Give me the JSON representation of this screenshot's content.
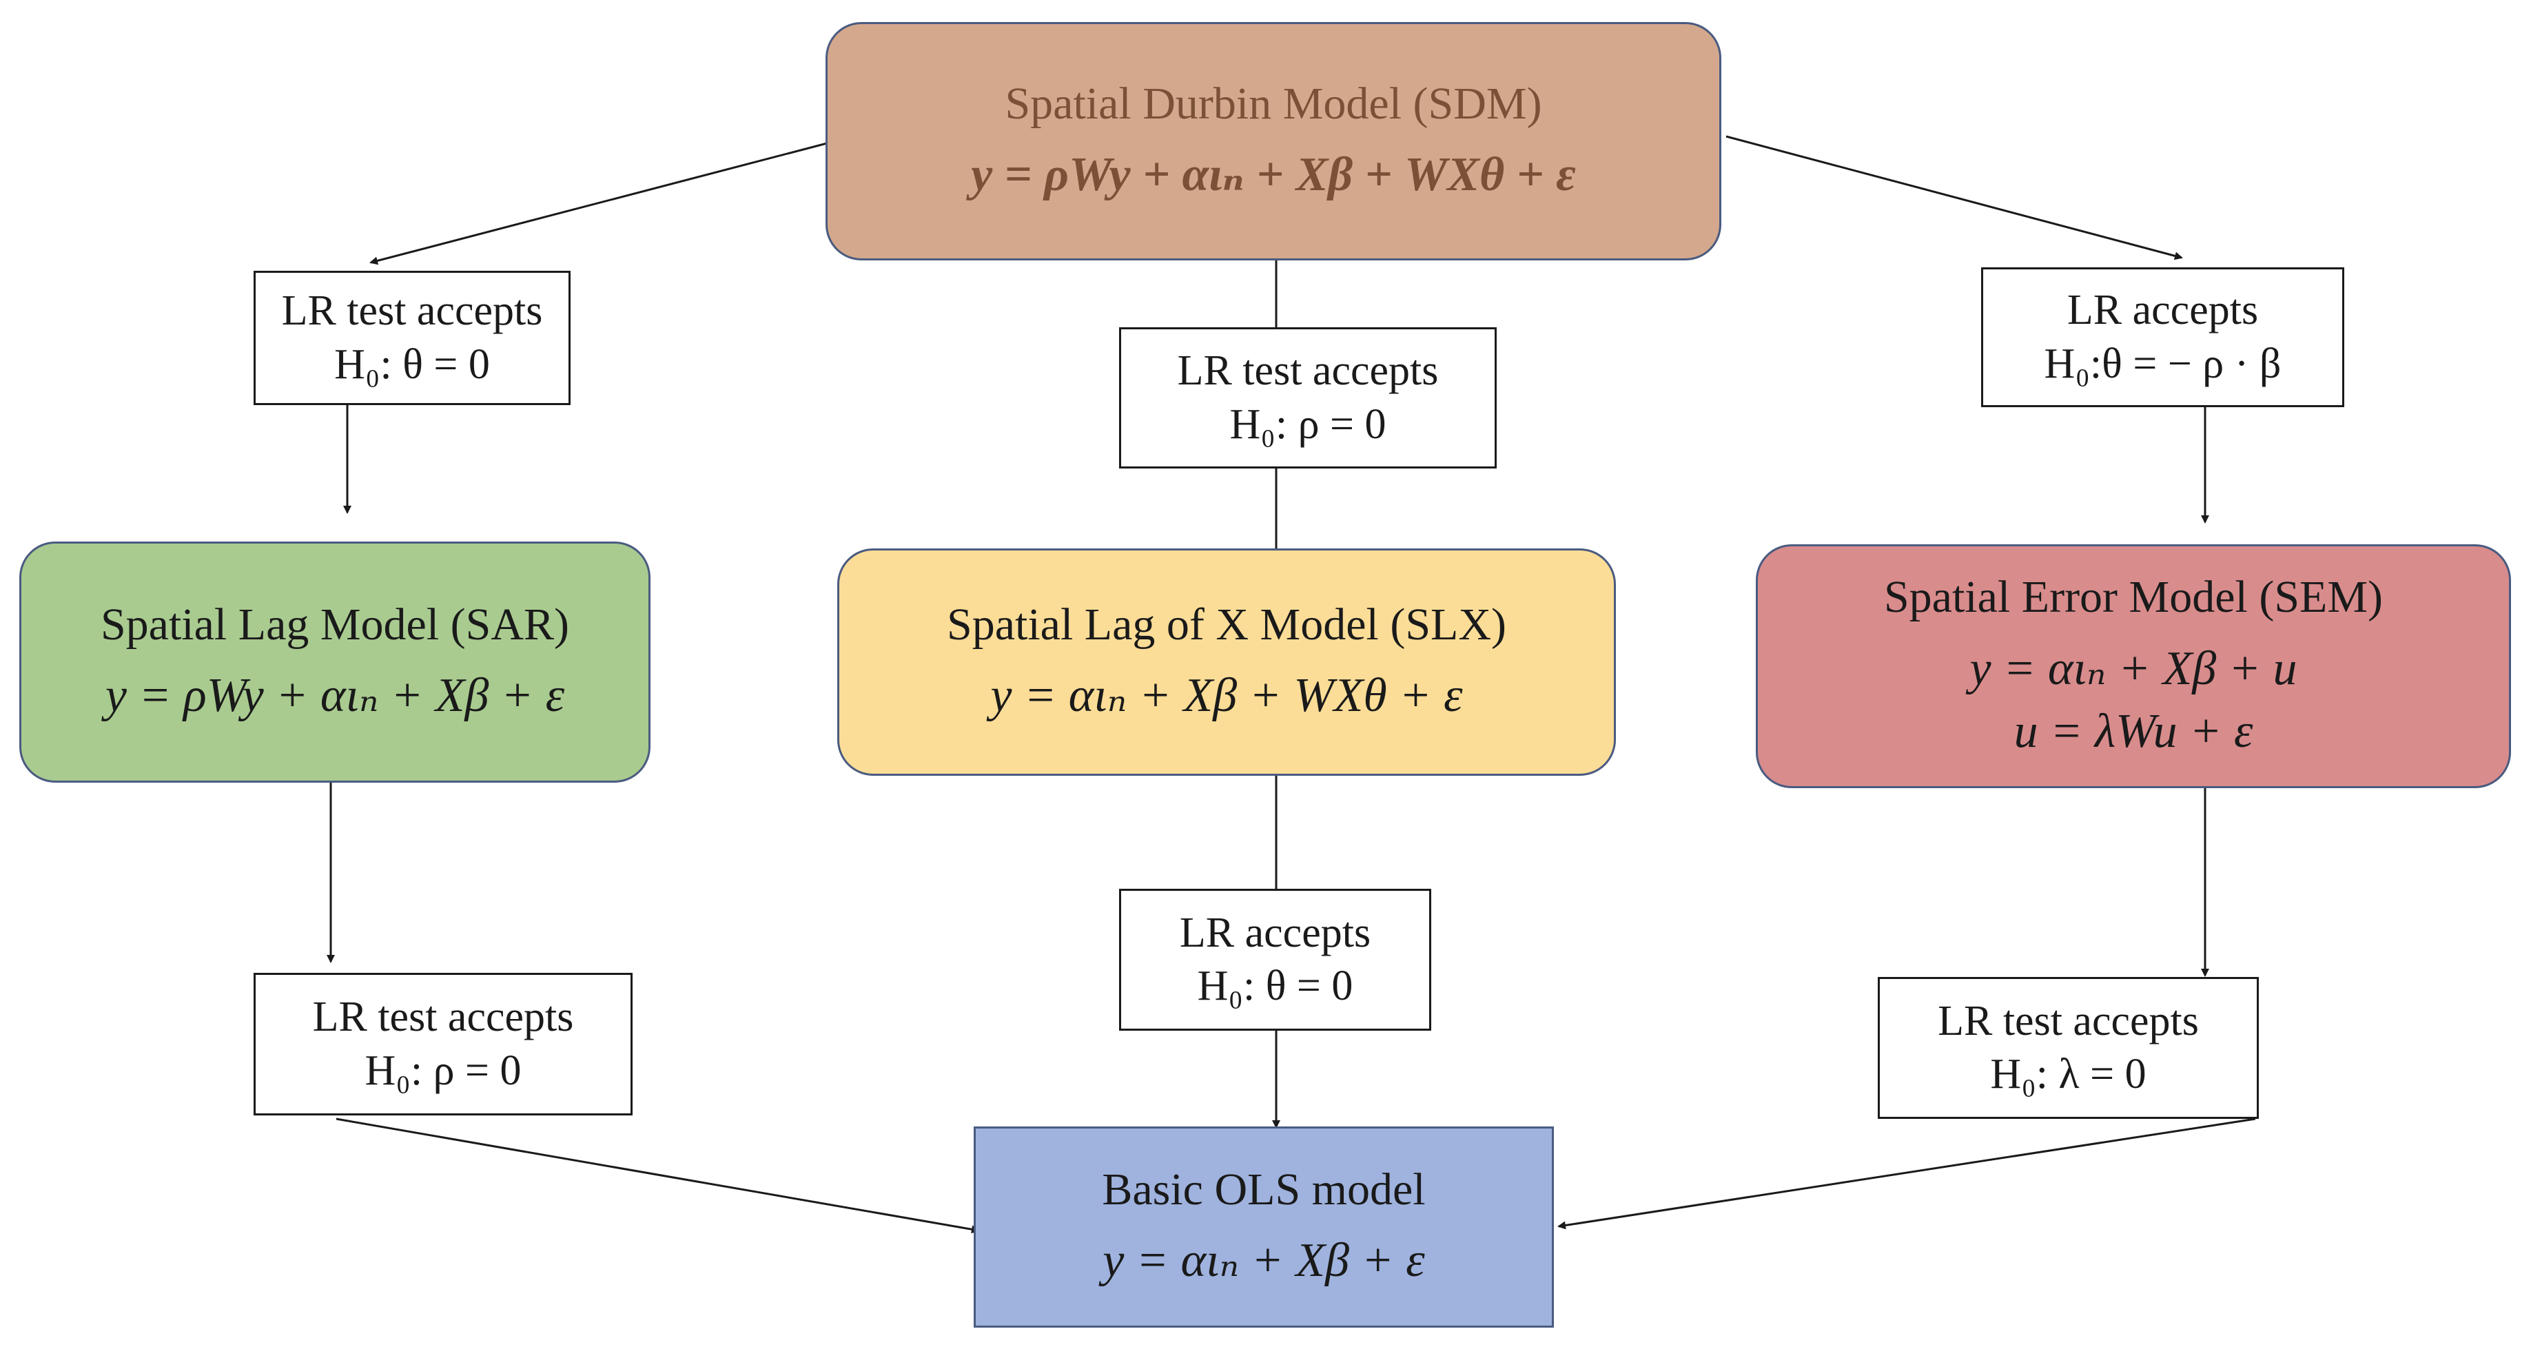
{
  "colors": {
    "sdm": "#d4a88c",
    "sar": "#a9cb90",
    "slx": "#fbdd97",
    "sem": "#d98c8c",
    "ols": "#9fb3de",
    "border": "#4a5b80",
    "line": "#1a1a1a"
  },
  "nodes": {
    "sdm": {
      "title": "Spatial Durbin Model (SDM)",
      "equation": "y = ρWy + αιₙ + Xβ + WXθ + ε"
    },
    "sar": {
      "title": "Spatial Lag Model (SAR)",
      "equation": "y = ρWy + αιₙ + Xβ + ε"
    },
    "slx": {
      "title": "Spatial Lag of X Model (SLX)",
      "equation": "y = αιₙ + Xβ + WXθ + ε"
    },
    "sem": {
      "title": "Spatial Error Model (SEM)",
      "equation1": "y = αιₙ + Xβ + u",
      "equation2": "u = λWu + ε"
    },
    "ols": {
      "title": "Basic OLS model",
      "equation": "y = αιₙ + Xβ + ε"
    }
  },
  "tests": {
    "sdm_to_sar": {
      "line1": "LR test accepts",
      "line2": "H₀: θ = 0"
    },
    "sdm_to_slx": {
      "line1": "LR test accepts",
      "line2": "H₀: ρ = 0"
    },
    "sdm_to_sem": {
      "line1": "LR accepts",
      "line2": "H₀:θ = − ρ · β"
    },
    "sar_to_ols": {
      "line1": "LR test accepts",
      "line2": "H₀: ρ = 0"
    },
    "slx_to_ols": {
      "line1": "LR accepts",
      "line2": "H₀: θ = 0"
    },
    "sem_to_ols": {
      "line1": "LR test accepts",
      "line2": "H₀: λ = 0"
    }
  }
}
